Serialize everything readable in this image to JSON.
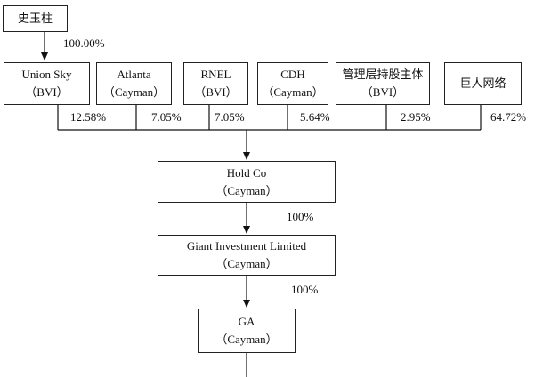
{
  "nodes": {
    "top": {
      "name": "史玉柱"
    },
    "union_sky": {
      "name": "Union Sky",
      "jurisdiction": "（BVI）"
    },
    "atlanta": {
      "name": "Atlanta",
      "jurisdiction": "（Cayman）"
    },
    "rnel": {
      "name": "RNEL",
      "jurisdiction": "（BVI）"
    },
    "cdh": {
      "name": "CDH",
      "jurisdiction": "（Cayman）"
    },
    "mgmt": {
      "name": "管理层持股主体",
      "jurisdiction": "（BVI）"
    },
    "giant_network": {
      "name": "巨人网络"
    },
    "holdco": {
      "name": "Hold Co",
      "jurisdiction": "（Cayman）"
    },
    "giant_investment": {
      "name": "Giant Investment Limited",
      "jurisdiction": "（Cayman）"
    },
    "ga": {
      "name": "GA",
      "jurisdiction": "（Cayman）"
    }
  },
  "percentages": {
    "top_to_union_sky": "100.00%",
    "union_sky": "12.58%",
    "atlanta": "7.05%",
    "rnel": "7.05%",
    "cdh": "5.64%",
    "mgmt": "2.95%",
    "giant_network": "64.72%",
    "holdco_to_giant_investment": "100%",
    "giant_investment_to_ga": "100%"
  }
}
